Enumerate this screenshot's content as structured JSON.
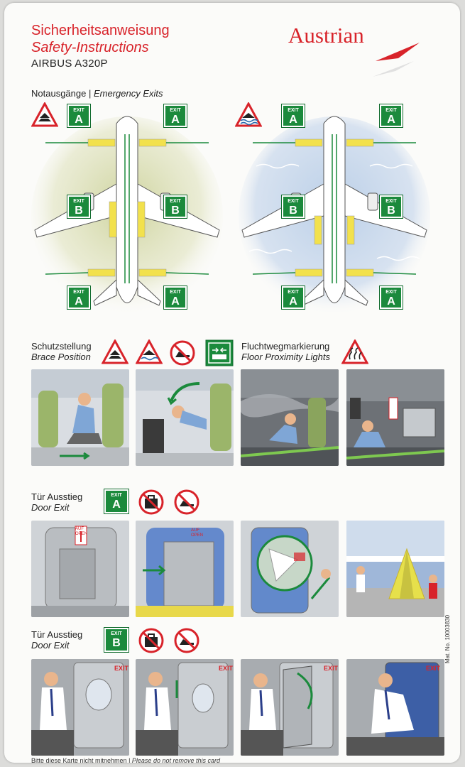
{
  "header": {
    "title_de": "Sicherheitsanweisung",
    "title_en": "Safety-Instructions",
    "aircraft": "AIRBUS A320P",
    "brand": "Austrian"
  },
  "sections": {
    "emergency_exits": {
      "de": "Notausgänge",
      "sep": " | ",
      "en": "Emergency Exits"
    },
    "brace": {
      "de": "Schutzstellung",
      "en": "Brace Position"
    },
    "floor_lights": {
      "de": "Fluchtwegmarkierung",
      "en": "Floor Proximity Lights"
    },
    "door_a": {
      "de": "Tür Ausstieg",
      "en": "Door Exit"
    },
    "door_b": {
      "de": "Tür Ausstieg",
      "en": "Door Exit"
    }
  },
  "exit_sign": {
    "word": "EXIT",
    "a": "A",
    "b": "B"
  },
  "door_labels": {
    "auf": "AUF",
    "open": "OPEN",
    "exit_small": "EXIT"
  },
  "footer": {
    "de": "Bitte diese Karte nicht mitnehmen",
    "sep": " | ",
    "en": "Please do not remove this card",
    "mat_no": "Mat. No. 10003830"
  },
  "colors": {
    "brand_red": "#d8232a",
    "exit_green": "#1b8a3c",
    "slide_yellow": "#f2e14c"
  }
}
